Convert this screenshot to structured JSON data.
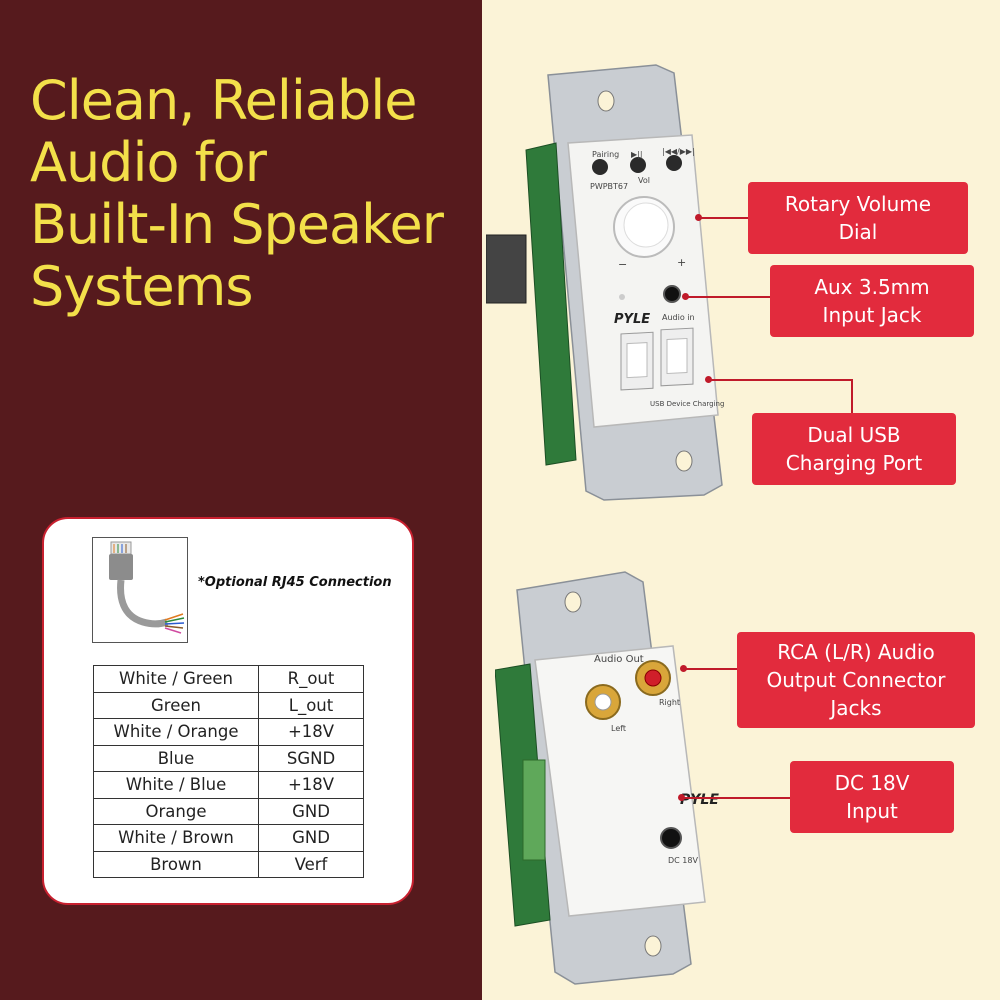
{
  "headline": [
    "Clean, Reliable",
    "Audio for",
    "Built-In Speaker",
    "Systems"
  ],
  "rj45": {
    "caption": "*Optional RJ45 Connection",
    "rows": [
      [
        "White / Green",
        "R_out"
      ],
      [
        "Green",
        "L_out"
      ],
      [
        "White / Orange",
        "+18V"
      ],
      [
        "Blue",
        "SGND"
      ],
      [
        "White / Blue",
        "+18V"
      ],
      [
        "Orange",
        "GND"
      ],
      [
        "White / Brown",
        "GND"
      ],
      [
        "Brown",
        "Verf"
      ]
    ]
  },
  "callouts": {
    "volume": "Rotary Volume\nDial",
    "aux": "Aux 3.5mm\nInput Jack",
    "usb": "Dual USB\nCharging Port",
    "rca": "RCA (L/R) Audio\nOutput Connector\nJacks",
    "dc": "DC 18V\nInput"
  },
  "device_top": {
    "pairing": "Pairing",
    "play": "▶||",
    "skip": "|◀◀/▶▶|",
    "model": "PWPBT67",
    "vol": "Vol",
    "minus": "−",
    "plus": "+",
    "brand": "PYLE",
    "audio_in": "Audio in",
    "usb_label": "USB Device Charging"
  },
  "device_bottom": {
    "audio_out": "Audio Out",
    "left": "Left",
    "right": "Right",
    "brand": "PYLE",
    "dc": "DC 18V"
  },
  "colors": {
    "left_bg": "#561a1d",
    "right_bg": "#fbf3d7",
    "headline": "#f3e04a",
    "callout": "#e22b3d"
  }
}
